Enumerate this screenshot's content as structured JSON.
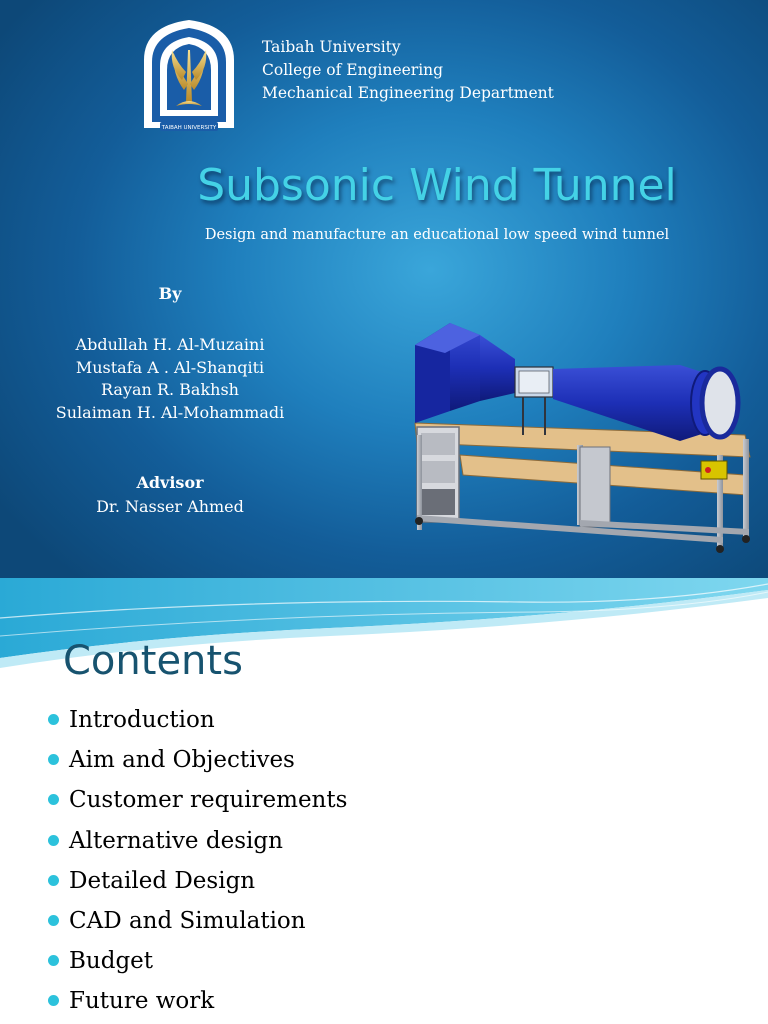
{
  "slide1": {
    "institution": {
      "university": "Taibah University",
      "college": "College of Engineering",
      "department": "Mechanical Engineering Department"
    },
    "logo_text": "TAIBAH UNIVERSITY",
    "title": "Subsonic Wind Tunnel",
    "subtitle": "Design and manufacture an educational low speed wind tunnel",
    "by_label": "By",
    "authors": [
      "Abdullah H. Al-Muzaini",
      "Mustafa A . Al-Shanqiti",
      "Rayan R. Bakhsh",
      "Sulaiman H. Al-Mohammadi"
    ],
    "advisor_label": "Advisor",
    "advisor_name": "Dr. Nasser Ahmed"
  },
  "slide2": {
    "title": "Contents",
    "items": [
      "Introduction",
      "Aim and Objectives",
      "Customer requirements",
      "Alternative design",
      "Detailed Design",
      "CAD and Simulation",
      "Budget",
      "Future work"
    ]
  },
  "colors": {
    "title_cyan": "#44d2e6",
    "slide_blue": "#1f7fbd",
    "contents_title": "#17536f",
    "bullet": "#2cc2dc",
    "tunnel_blue": "#1d2fb6",
    "table_wood": "#e3c08a"
  },
  "icons": {
    "logo": "taibah-university-logo",
    "bullet": "circle-bullet-icon"
  }
}
